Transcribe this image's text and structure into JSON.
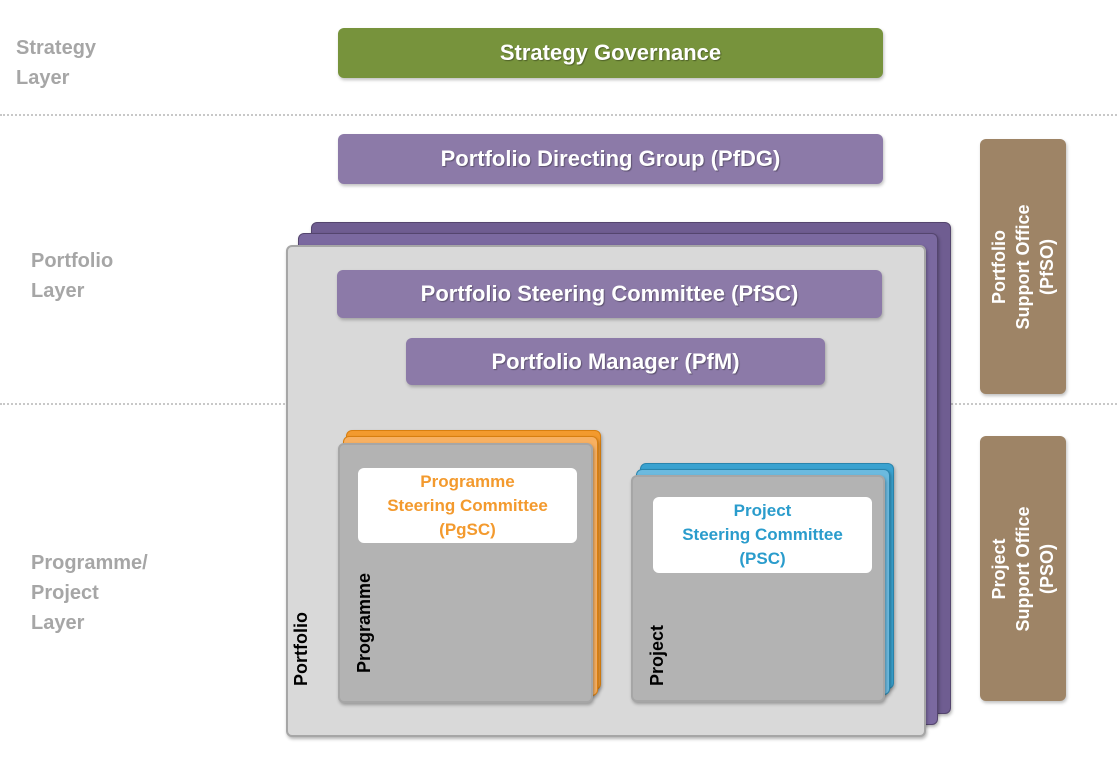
{
  "layers": {
    "strategy": [
      "Strategy",
      "Layer"
    ],
    "portfolio": [
      "Portfolio",
      "Layer"
    ],
    "programme_project": [
      "Programme/",
      "Project",
      "Layer"
    ]
  },
  "bodies": {
    "strategy_governance": "Strategy Governance",
    "pfdg": "Portfolio Directing Group (PfDG)",
    "pfsc": "Portfolio Steering Committee (PfSC)",
    "pfm": "Portfolio Manager (PfM)"
  },
  "containers": {
    "portfolio": "Portfolio",
    "programme": "Programme",
    "project": "Project"
  },
  "committees": {
    "pgsc": [
      "Programme",
      "Steering Committee",
      "(PgSC)"
    ],
    "psc": [
      "Project",
      "Steering Committee",
      "(PSC)"
    ]
  },
  "support_offices": {
    "pfso": [
      "Portfolio",
      "Support Office",
      "(PfSO)"
    ],
    "pso": [
      "Project",
      "Support Office",
      "(PSO)"
    ]
  },
  "colors": {
    "strategy_green": "#77933c",
    "portfolio_purple": "#8c7aa8",
    "stack_purple": "#6f5d91",
    "programme_orange": "#f39a2e",
    "project_blue": "#3aa2d0",
    "support_brown": "#9e8466",
    "layer_label_grey": "#a6a6a6"
  }
}
